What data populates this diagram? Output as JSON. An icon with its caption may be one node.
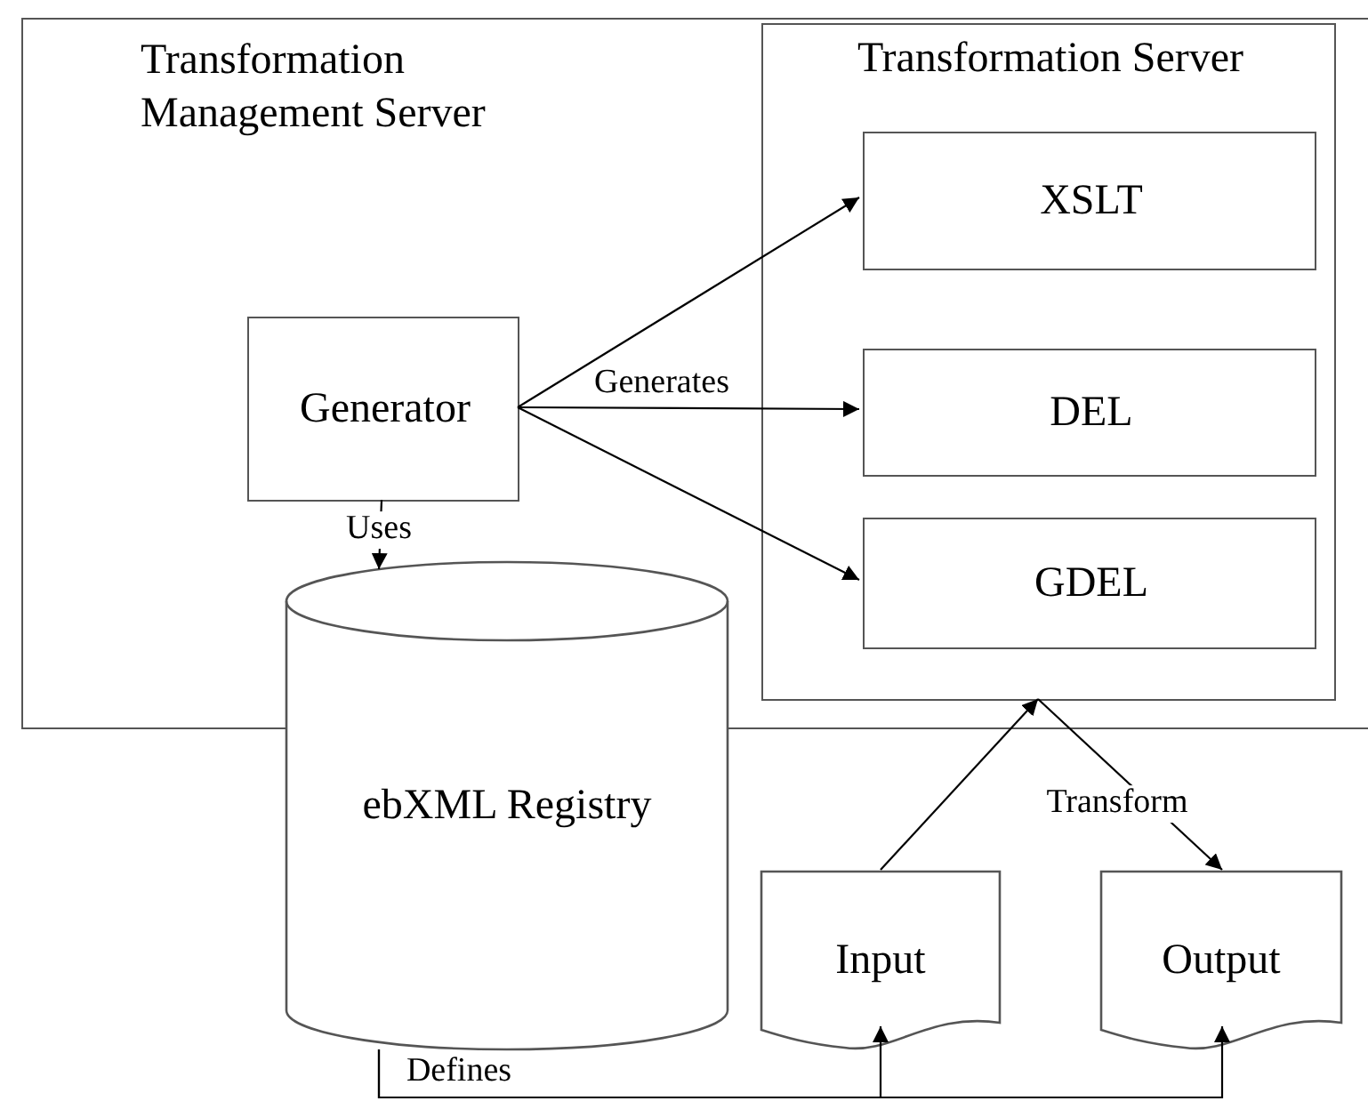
{
  "diagram": {
    "nodes": [
      {
        "text": [
          "Transformation Management Server"
        ]
      },
      {
        "text": [
          "Generator"
        ],
        "in": 0
      },
      {
        "text": [
          "ebXML Registry"
        ]
      },
      {
        "text": [
          "Transformation Server"
        ],
        "in": 0
      },
      {
        "text": [
          "XSLT"
        ],
        "in": 3
      },
      {
        "text": [
          "DEL"
        ],
        "in": 3
      },
      {
        "text": [
          "GDEL"
        ],
        "in": 3
      },
      {
        "text": [
          "Input"
        ]
      },
      {
        "text": [
          "Output"
        ]
      }
    ],
    "edges": [
      {
        "from": 1,
        "to": 4,
        "arrow": "to"
      },
      {
        "from": 1,
        "to": 5,
        "arrow": "to",
        "label": "Generates"
      },
      {
        "from": 1,
        "to": 6,
        "arrow": "to"
      },
      {
        "from": 1,
        "to": 2,
        "arrow": "to",
        "label": "Uses"
      },
      {
        "from": 7,
        "to": 3,
        "arrow": "to"
      },
      {
        "from": 3,
        "to": 8,
        "arrow": "to",
        "label": "Transform"
      },
      {
        "from": 2,
        "to": 7,
        "arrow": "to",
        "label": "Defines"
      },
      {
        "from": 2,
        "to": 8,
        "arrow": "to"
      }
    ]
  }
}
